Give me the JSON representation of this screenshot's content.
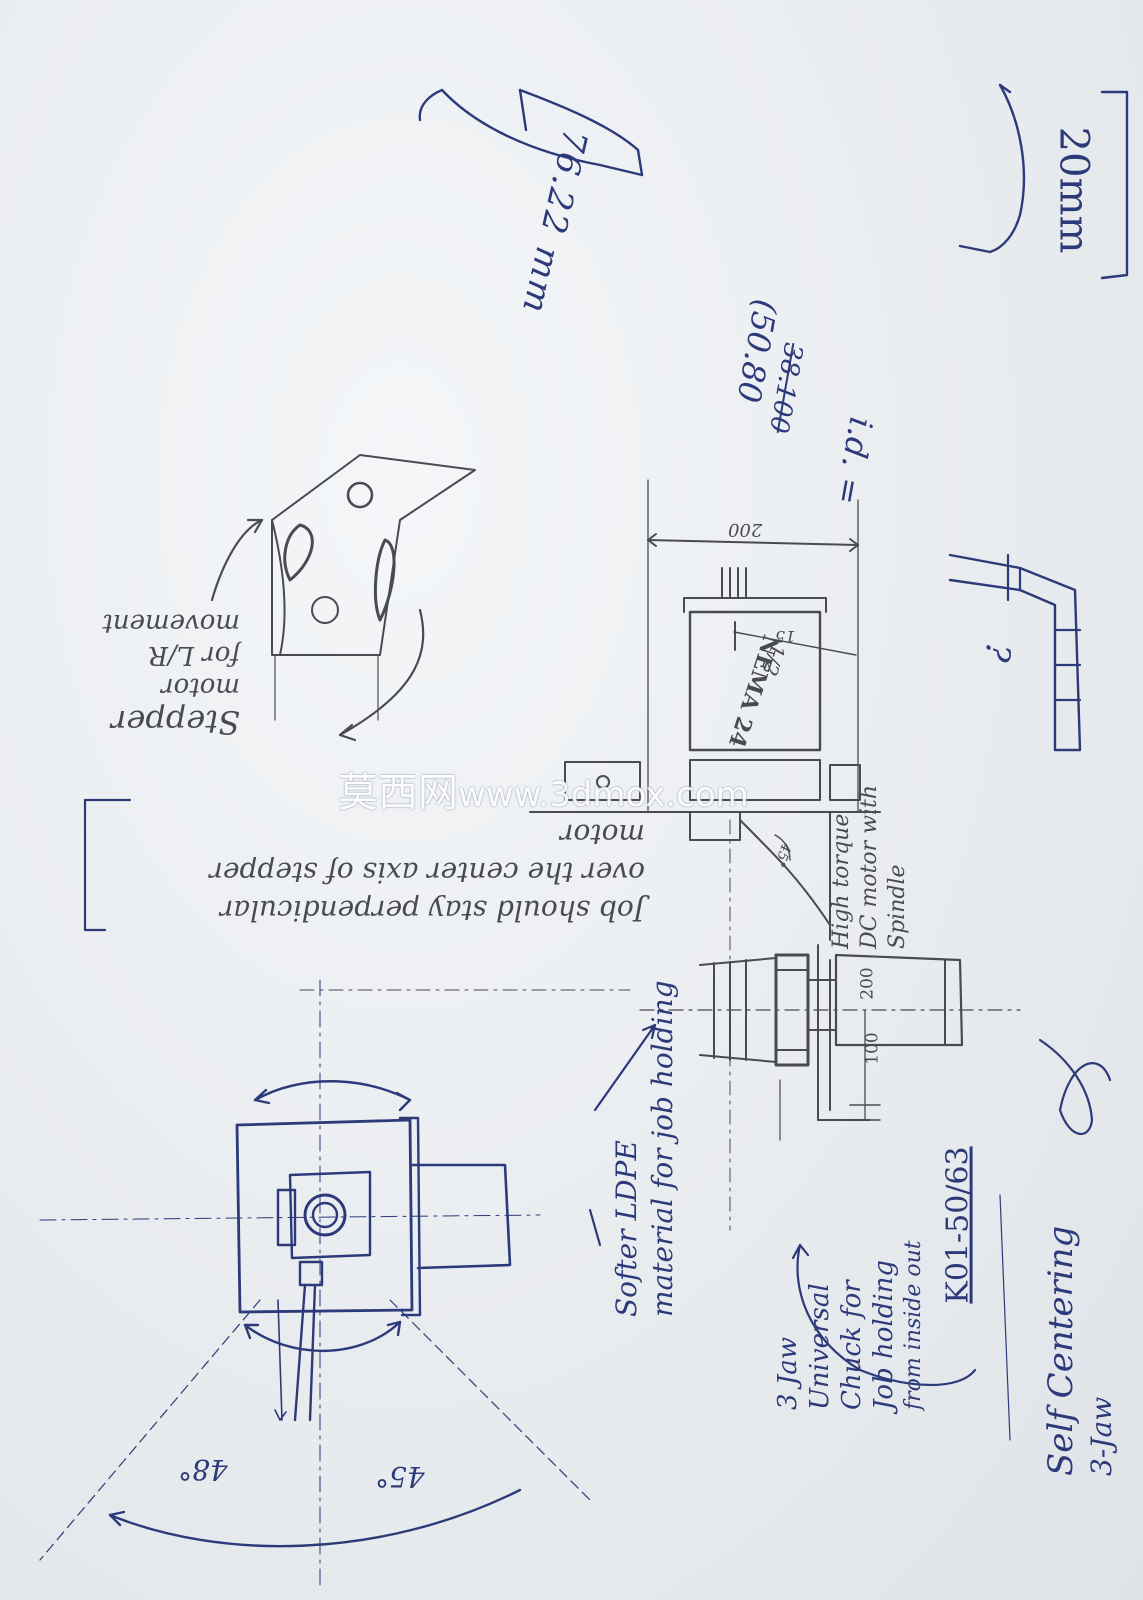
{
  "colors": {
    "paper": "#e9ecef",
    "blue_ink": "#2d3a7a",
    "pencil": "#4a4a52"
  },
  "labels": {
    "tube_20mm": "20mm",
    "tube_length": "76.22 mm",
    "inner_dia_prefix": "i.d. =",
    "inner_dia_struck": "38.100",
    "inner_dia_value": "(50.80",
    "dim_200_top": "200",
    "dim_15": "15",
    "nema": "NEMA 24",
    "nema_sub": "1/2",
    "stepper_note": [
      "Stepper",
      "motor",
      "for L/R",
      "movement"
    ],
    "job_note": [
      "Job should stay perpendicular",
      "over the center axis of stepper",
      "motor"
    ],
    "angle_45_small": "45°",
    "dc_motor": [
      "High torque",
      "DC motor with",
      "Spindle"
    ],
    "dim_200_side": "200",
    "dim_100": "100",
    "ldpe_note": [
      "Softer LDPE",
      "material for job holding"
    ],
    "chuck_note": [
      "3 Jaw",
      "Universal",
      "Chuck for",
      "Job holding",
      "from inside out"
    ],
    "model": "K01-50/63",
    "self_centering": [
      "Self Centering",
      "3-Jaw"
    ],
    "angle_48": "48°",
    "angle_45": "45°",
    "question_mark": "?",
    "watermark_cn": "莫西网",
    "watermark_url": "www.3dmox.com"
  }
}
